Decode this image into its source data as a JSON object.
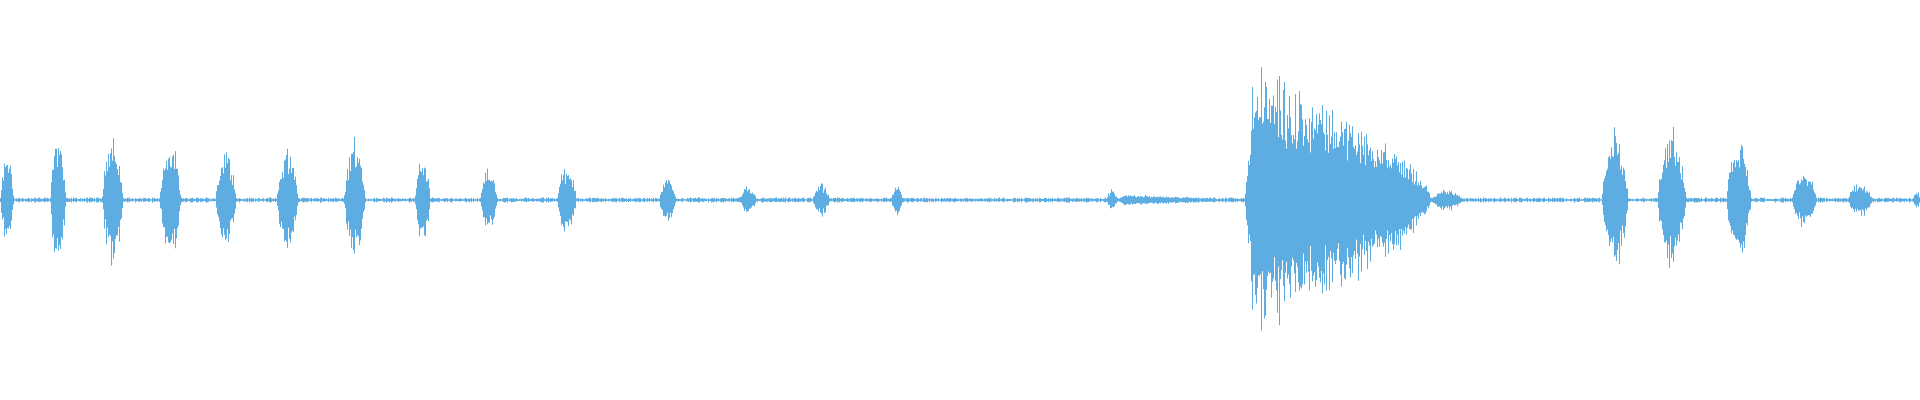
{
  "waveform": {
    "color": "#5dade2",
    "background": "#ffffff",
    "baseline_amplitude": 0.01,
    "segments": [
      {
        "start": 0.0,
        "end": 0.007,
        "amp": 0.25
      },
      {
        "start": 0.026,
        "end": 0.034,
        "amp": 0.4
      },
      {
        "start": 0.053,
        "end": 0.064,
        "amp": 0.38
      },
      {
        "start": 0.083,
        "end": 0.094,
        "amp": 0.32
      },
      {
        "start": 0.112,
        "end": 0.123,
        "amp": 0.28
      },
      {
        "start": 0.144,
        "end": 0.155,
        "amp": 0.3
      },
      {
        "start": 0.179,
        "end": 0.19,
        "amp": 0.35
      },
      {
        "start": 0.216,
        "end": 0.224,
        "amp": 0.25
      },
      {
        "start": 0.25,
        "end": 0.259,
        "amp": 0.18
      },
      {
        "start": 0.29,
        "end": 0.3,
        "amp": 0.2
      },
      {
        "start": 0.343,
        "end": 0.352,
        "amp": 0.12
      },
      {
        "start": 0.385,
        "end": 0.394,
        "amp": 0.08
      },
      {
        "start": 0.423,
        "end": 0.432,
        "amp": 0.09
      },
      {
        "start": 0.464,
        "end": 0.47,
        "amp": 0.09
      },
      {
        "start": 0.576,
        "end": 0.582,
        "amp": 0.06
      },
      {
        "start": 0.582,
        "end": 0.64,
        "amp": 0.03
      },
      {
        "start": 0.648,
        "end": 0.745,
        "amp": 0.72
      },
      {
        "start": 0.745,
        "end": 0.762,
        "amp": 0.06
      },
      {
        "start": 0.834,
        "end": 0.848,
        "amp": 0.38
      },
      {
        "start": 0.863,
        "end": 0.878,
        "amp": 0.4
      },
      {
        "start": 0.899,
        "end": 0.912,
        "amp": 0.33
      },
      {
        "start": 0.933,
        "end": 0.946,
        "amp": 0.17
      },
      {
        "start": 0.962,
        "end": 0.975,
        "amp": 0.1
      },
      {
        "start": 0.996,
        "end": 1.0,
        "amp": 0.05
      }
    ]
  }
}
